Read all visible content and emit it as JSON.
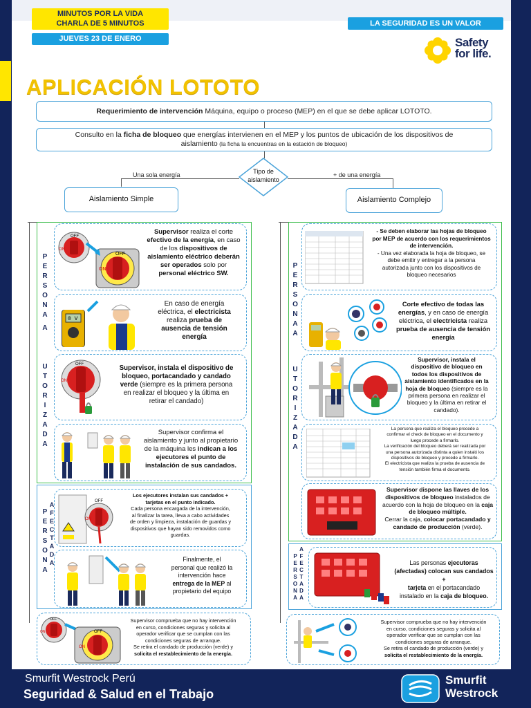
{
  "header": {
    "tag_line1": "MINUTOS POR LA VIDA",
    "tag_line2": "CHARLA DE 5 MINUTOS",
    "date": "JUEVES 23 DE ENERO",
    "value": "LA SEGURIDAD ES UN VALOR",
    "brand_line1": "Safety",
    "brand_line2": "for life."
  },
  "title": "APLICACIÓN LOTOTO",
  "flow": {
    "req_bold": "Requerimiento de intervención",
    "req_rest": " Máquina, equipo o proceso (MEP) en el que se debe aplicar LOTOTO.",
    "consult_a": "Consulto en la ",
    "consult_b": "ficha de bloqueo",
    "consult_c": " que energías intervienen en el MEP y los puntos de ubicación de los dispositivos de",
    "consult_d": "aislamiento",
    "consult_e": " (la ficha la encuentras en la estación de bloqueo)",
    "decision_line1": "Tipo de",
    "decision_line2": "aislamiento",
    "left_branch": "Una sola energía",
    "right_branch": "+ de una energía",
    "left_box": "Aislamiento Simple",
    "right_box": "Aislamiento Complejo"
  },
  "vertical": {
    "persona": [
      "P",
      "E",
      "R",
      "S",
      "O",
      "N",
      "A"
    ],
    "autorizada_a": "A",
    "autorizada": [
      "U",
      "T",
      "O",
      "R",
      "I",
      "Z",
      "A",
      "D",
      "A"
    ],
    "afectada": [
      "A",
      "F",
      "E",
      "C",
      "T",
      "A",
      "D",
      "A"
    ]
  },
  "left": {
    "c1": [
      "Supervisor",
      " realiza el corte",
      "efectivo de la energía",
      ", en caso",
      "de los ",
      "dispositivos de",
      "aislamiento eléctrico deberán",
      "ser operados",
      " solo por",
      "personal eléctrico SW."
    ],
    "c2": [
      "En caso de energía",
      "eléctrica, el ",
      "electricista",
      "realiza ",
      "prueba de",
      "ausencia de tensión",
      "energía"
    ],
    "c3": [
      "Supervisor, instala el dispositivo de",
      "bloqueo, portacandado y candado",
      "verde",
      " (siempre es la primera persona",
      "en realizar el bloqueo y la última en",
      "retirar el candado)"
    ],
    "c4": [
      "Supervisor confirma el",
      "aislamiento y junto al propietario",
      "de la máquina les ",
      "indican a los",
      "ejecutores el punto de",
      "instalación de sus candados."
    ],
    "c5": [
      "Los ejecutores instalan sus candados +",
      "tarjetas en el punto indicado.",
      "Cada persona encargada de la intervención,",
      "al finalizar la tarea, lleva a cabo actividades",
      "de orden y limpieza, instalación de guardas y",
      "dispositivos que hayan sido removidos como",
      "guardas."
    ],
    "c6": [
      "Finalmente, el",
      "personal que realizó la",
      "intervención hace",
      "entrega de la MEP",
      " al",
      "propietario del equipo"
    ],
    "c7": [
      "Supervisor comprueba que no hay intervención",
      "en curso, condiciones seguras y solicita al",
      "operador verificar que se cumplan con las",
      "condiciones seguras de arranque.",
      "Se retira el candado de producción (verde) y",
      "solicita el ",
      "restablecimiento de la energía."
    ]
  },
  "right": {
    "c1": [
      "- Se deben ",
      "elaborar las hojas de bloqueo",
      "por MEP de acuerdo con los requerimientos",
      "de intervención.",
      "- Una vez elaborada la hoja de bloqueo, se",
      "debe emitir y entregar a la persona",
      "autorizada junto con los dispositivos de",
      "bloqueo necesarios"
    ],
    "c2": [
      "Corte efectivo de todas las",
      "energías",
      ", y en caso de energía",
      "eléctrica, el ",
      "electricista",
      " realiza",
      "prueba de ausencia de tensión",
      "energía"
    ],
    "c3": [
      "Supervisor, instala el",
      "dispositivo de bloqueo en",
      "todos los dispositivos de",
      "aislamiento identificados en la",
      "hoja de bloqueo",
      " (siempre es la",
      "primera persona en realizar el",
      "bloqueo y la última en retirar el",
      "candado)."
    ],
    "c4": [
      "La persona que realiza el bloqueo procede a",
      "confirmar el check de bloqueo en el documento y",
      "luego procede a firmarlo.",
      "La verificación del bloqueo deberá ser realizada por",
      "una persona autorizada distinta a quien instaló los",
      "dispositivos de bloqueo y procede a firmarlo.",
      "El electricista que realiza la prueba de ausencia de",
      "tensión también firma el documento."
    ],
    "c5": [
      "Supervisor ",
      "dispone las llaves de los",
      "dispositivos de bloqueo",
      " instalados de",
      "acuerdo con la hoja de bloqueo en la ",
      "caja",
      "de bloqueo múltiple.",
      "Cerrar la caja, ",
      "colocar portacandado y",
      "candado de producción",
      " (verde)."
    ],
    "c6": [
      "Las personas ",
      "ejecutoras",
      "(afectadas) colocan sus candados +",
      "tarjeta",
      " en el portacandado",
      "instalado en la ",
      "caja de bloqueo."
    ],
    "c7": [
      "Supervisor comprueba que no hay intervención",
      "en curso, condiciones seguras y solicita al",
      "operador verificar que se cumplan con las",
      "condiciones seguras de arranque.",
      "Se retira el candado de producción (verde) y",
      "solicita el ",
      "restablecimiento de la energía."
    ]
  },
  "labels": {
    "off": "OFF",
    "on": "ON",
    "meter": "0 V"
  },
  "footer": {
    "company": "Smurfit Westrock Perú",
    "area": "Seguridad & Salud en el Trabajo",
    "logo_line1": "Smurfit",
    "logo_line2": "Westrock"
  },
  "colors": {
    "navy": "#12245a",
    "yellow": "#ffe600",
    "blue": "#1aa0e0",
    "green": "#3bbd4a",
    "title_gold": "#f2c200"
  }
}
